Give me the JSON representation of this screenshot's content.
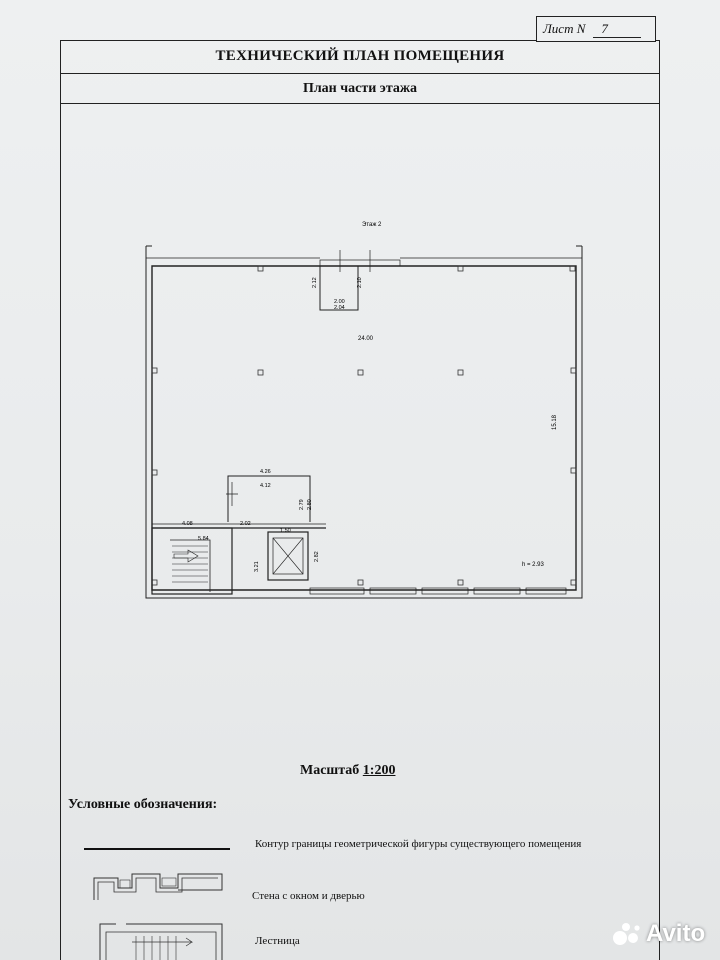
{
  "header": {
    "sheet_label": "Лист N",
    "sheet_number": "7",
    "title": "ТЕХНИЧЕСКИЙ ПЛАН ПОМЕЩЕНИЯ",
    "subtitle": "План части этажа"
  },
  "plan": {
    "floor_label": "Этаж 2",
    "dimensions": {
      "width_total": "24.00",
      "depth_total": "15.18",
      "height": "h = 2.93",
      "top_niche_left": "2.12",
      "top_niche_right": "2.10",
      "top_niche_inner": "2.00",
      "top_niche_outer": "2.04",
      "room_top_outer": "4.26",
      "room_top_inner": "4.12",
      "room_side_a": "2.79",
      "room_side_b": "2.80",
      "stair_width": "4.08",
      "stair_inner": "5.84",
      "corridor_width": "2.02",
      "stair_depth": "3.21",
      "lift_width": "1.50",
      "lift_depth": "2.82"
    }
  },
  "footer": {
    "scale_label": "Масштаб ",
    "scale_value": "1:200",
    "legend_title": "Условные обозначения:",
    "legend": [
      {
        "text": "Контур границы геометрической фигуры  существующего помещения"
      },
      {
        "text": "Стена с окном и дверью"
      },
      {
        "text": "Лестница"
      }
    ]
  },
  "watermark": {
    "text": "Avito"
  }
}
